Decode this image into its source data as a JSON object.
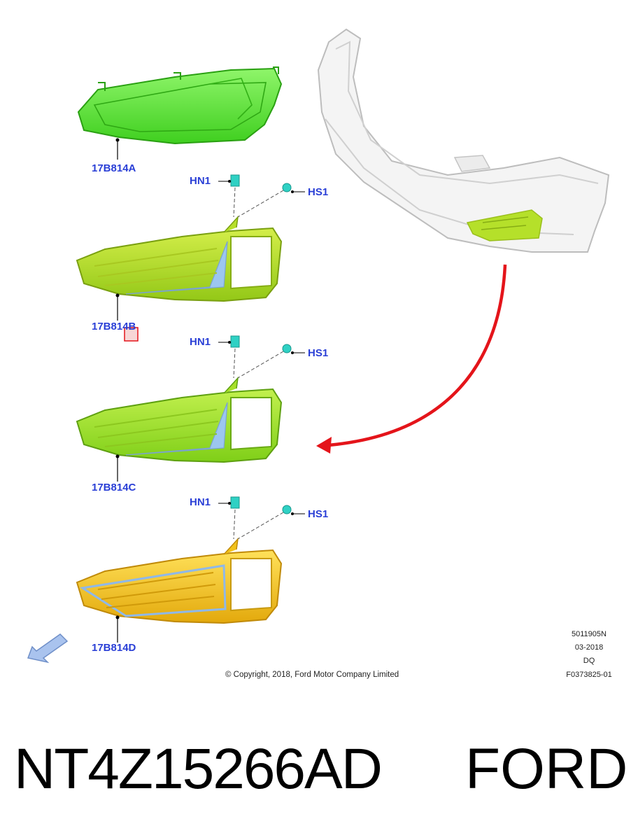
{
  "callouts": {
    "part_a": "17B814A",
    "part_b": "17B814B",
    "part_c": "17B814C",
    "part_d": "17B814D",
    "hn1": "HN1",
    "hs1": "HS1"
  },
  "drawing_info": {
    "number": "5011905N",
    "date": "03-2018",
    "code": "DQ",
    "figure": "F0373825-01"
  },
  "copyright": "© Copyright, 2018, Ford Motor Company Limited",
  "caption": {
    "part_number": "NT4Z15266AD",
    "brand": "FORD"
  },
  "colors": {
    "green_bright": "#5ee83a",
    "green_yellow": "#b7e02a",
    "lime": "#9edc1e",
    "gold": "#f2c21a",
    "clip": "#2fd1c4",
    "insert_blue": "#9cc6f0",
    "arrow_red": "#e4141a",
    "callout_blue": "#2a3fd6"
  }
}
